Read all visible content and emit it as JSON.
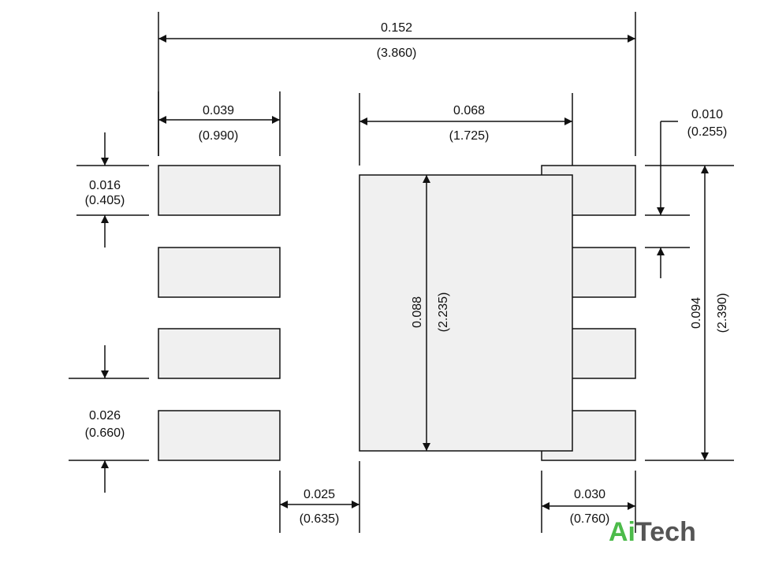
{
  "dimensions": {
    "overall_width": {
      "in": "0.152",
      "mm": "(3.860)"
    },
    "pad_length": {
      "in": "0.039",
      "mm": "(0.990)"
    },
    "center_pad_width": {
      "in": "0.068",
      "mm": "(1.725)"
    },
    "right_offset": {
      "in": "0.010",
      "mm": "(0.255)"
    },
    "pad_width": {
      "in": "0.016",
      "mm": "(0.405)"
    },
    "center_pad_height": {
      "in": "0.088",
      "mm": "(2.235)"
    },
    "overall_height": {
      "in": "0.094",
      "mm": "(2.390)"
    },
    "pitch": {
      "in": "0.026",
      "mm": "(0.660)"
    },
    "gap": {
      "in": "0.025",
      "mm": "(0.635)"
    },
    "right_pad_length": {
      "in": "0.030",
      "mm": "(0.760)"
    }
  },
  "logo": {
    "part1": "Ai",
    "part2": "Tech",
    "accent": "#4cbb4a",
    "secondary": "#555555"
  }
}
